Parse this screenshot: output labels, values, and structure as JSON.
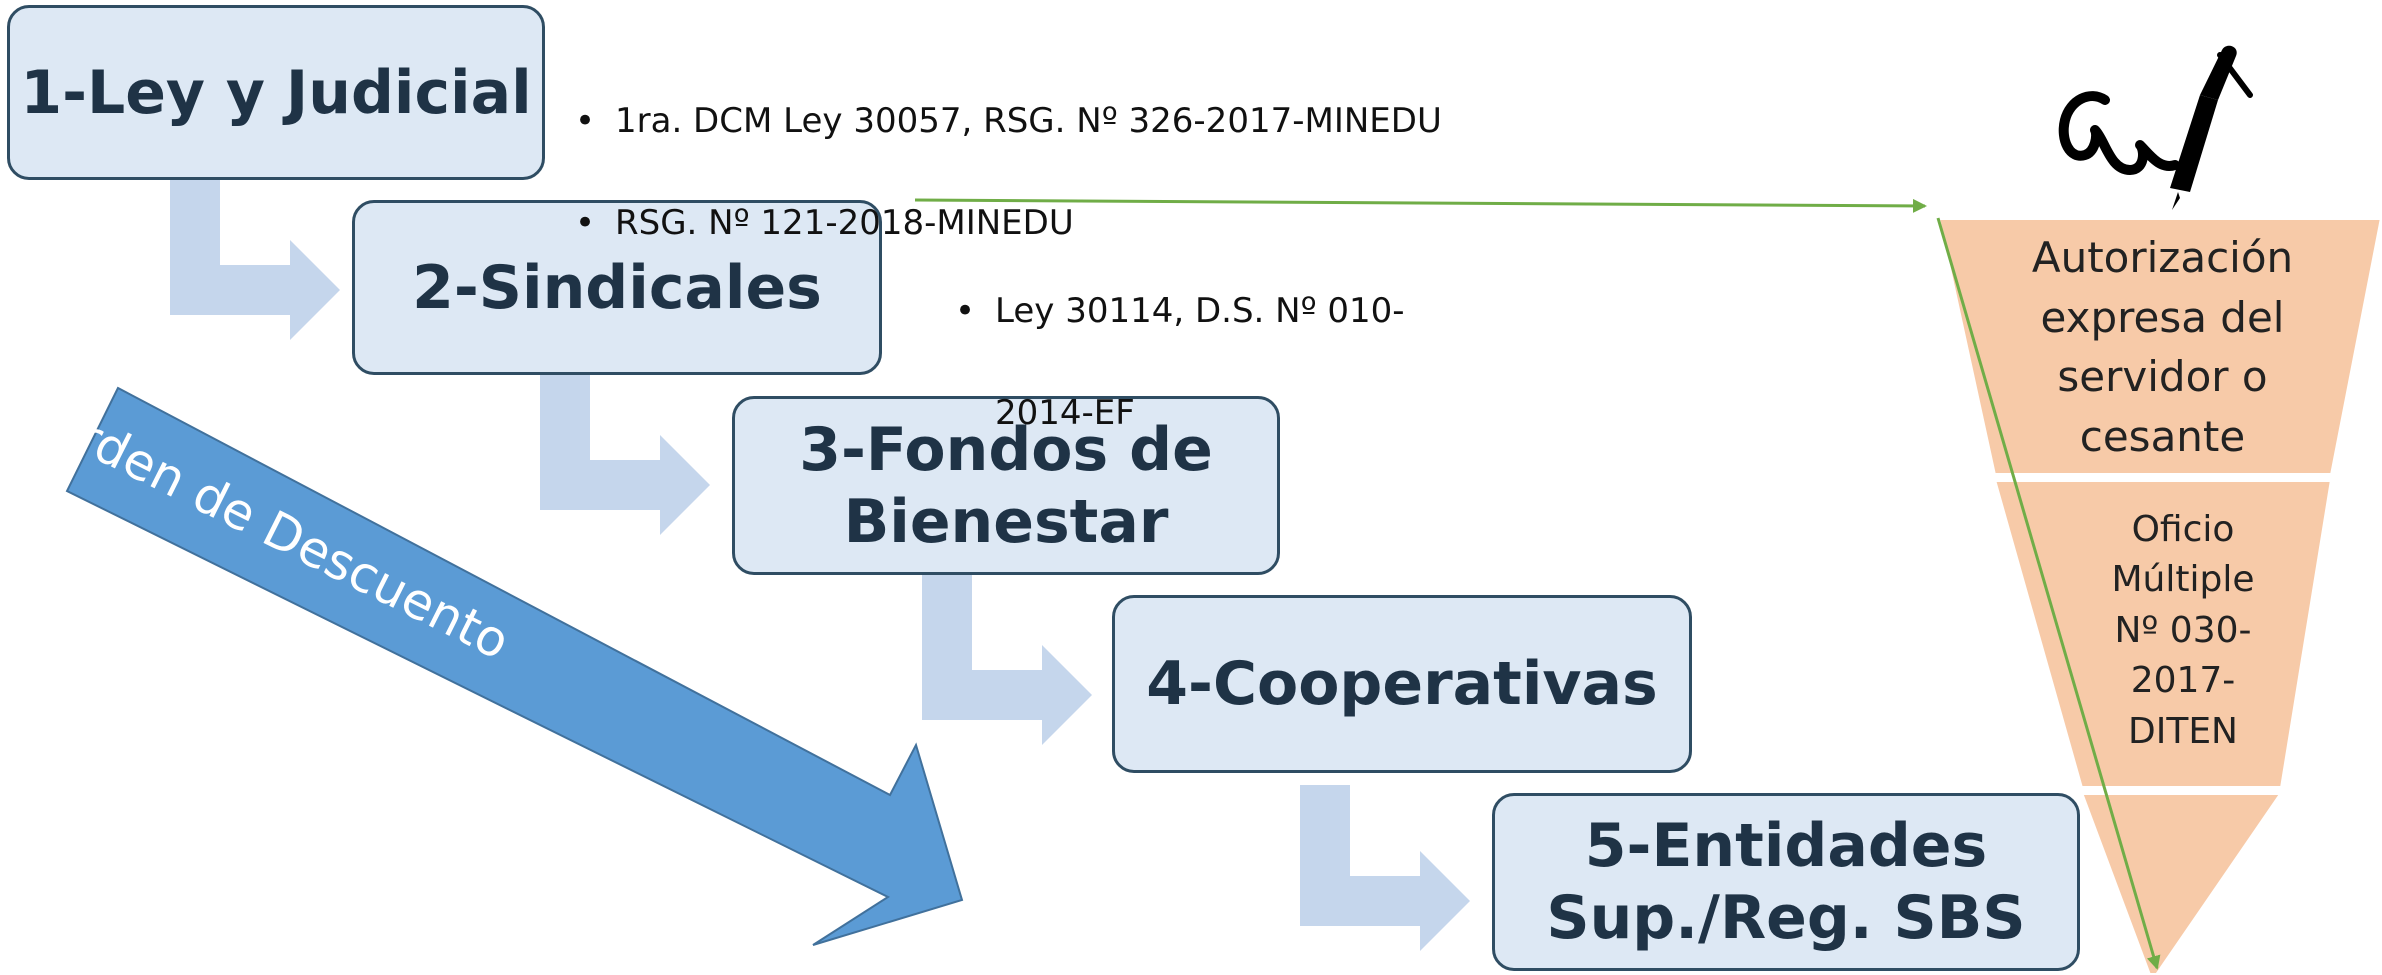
{
  "steps": [
    {
      "label": "1-Ley y Judicial"
    },
    {
      "label": "2-Sindicales"
    },
    {
      "label": "3-Fondos de\nBienestar"
    },
    {
      "label": "4-Cooperativas"
    },
    {
      "label": "5-Entidades\nSup./Reg. SBS"
    }
  ],
  "notes": {
    "ley_1": "1ra. DCM Ley 30057, RSG. Nº 326-2017-MINEDU",
    "ley_2": "RSG. Nº  121-2018-MINEDU",
    "sindicales_1": "Ley 30114, D.S. Nº 010-",
    "sindicales_2": "2014-EF"
  },
  "big_arrow_label": "Orden de Descuento",
  "funnel": {
    "top": "Autorización\nexpresa del\nservidor o\ncesante",
    "middle": "Oficio\nMúltiple\nNº 030-\n2017-\nDITEN"
  },
  "colors": {
    "box_fill": "#dde8f4",
    "box_border": "#2f4d63",
    "connector": "#c5d6ec",
    "big_arrow": "#5b9bd5",
    "funnel": "#f7caa8",
    "green_line": "#70ad47"
  },
  "icons": {
    "signature": "pen-signature-icon"
  }
}
